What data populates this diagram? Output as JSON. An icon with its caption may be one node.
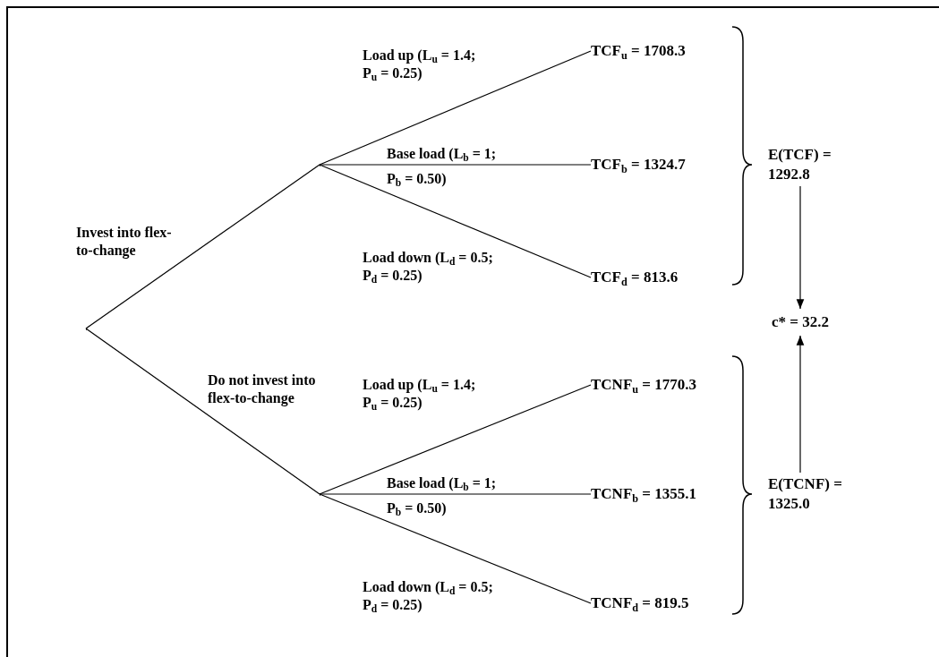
{
  "diagram": {
    "nodes": [
      {
        "text": [],
        "shape": "point"
      },
      {
        "text": [],
        "shape": "point"
      },
      {
        "text": [],
        "shape": "point"
      },
      {
        "text": [
          "TCF$_{u}$ = 1708.3"
        ]
      },
      {
        "text": [
          "TCF$_{b}$ = 1324.7"
        ]
      },
      {
        "text": [
          "TCF$_{d}$ = 813.6"
        ]
      },
      {
        "text": [
          "TCNF$_{u}$ = 1770.3"
        ]
      },
      {
        "text": [
          "TCNF$_{b}$ = 1355.1"
        ]
      },
      {
        "text": [
          "TCNF$_{d}$ = 819.5"
        ]
      },
      {
        "text": [
          "E(TCF) = 1292.8"
        ]
      },
      {
        "text": [
          "c* = 32.2"
        ]
      },
      {
        "text": [
          "E(TCNF) = 1325.0"
        ]
      }
    ],
    "edges": [
      {
        "from": 0,
        "to": 1,
        "arrow": "none",
        "label": "Invest into flex-to-change"
      },
      {
        "from": 0,
        "to": 2,
        "arrow": "none",
        "label": "Do not invest into flex-to-change"
      },
      {
        "from": 1,
        "to": 3,
        "arrow": "none",
        "label": "Load up (L$_{u}$ = 1.4; P$_{u}$ = 0.25)"
      },
      {
        "from": 1,
        "to": 4,
        "arrow": "none",
        "label": "Base load (L$_{b}$ = 1; P$_{b}$ = 0.50)"
      },
      {
        "from": 1,
        "to": 5,
        "arrow": "none",
        "label": "Load down (L$_{d}$ = 0.5; P$_{d}$ = 0.25)"
      },
      {
        "from": 2,
        "to": 6,
        "arrow": "none",
        "label": "Load up (L$_{u}$ = 1.4; P$_{u}$ = 0.25)"
      },
      {
        "from": 2,
        "to": 7,
        "arrow": "none",
        "label": "Base load (L$_{b}$ = 1; P$_{b}$ = 0.50)"
      },
      {
        "from": 2,
        "to": 8,
        "arrow": "none",
        "label": "Load down (L$_{d}$ = 0.5; P$_{d}$ = 0.25)"
      },
      {
        "from": 9,
        "to": 10,
        "arrow": "to"
      },
      {
        "from": 11,
        "to": 10,
        "arrow": "to"
      }
    ]
  }
}
